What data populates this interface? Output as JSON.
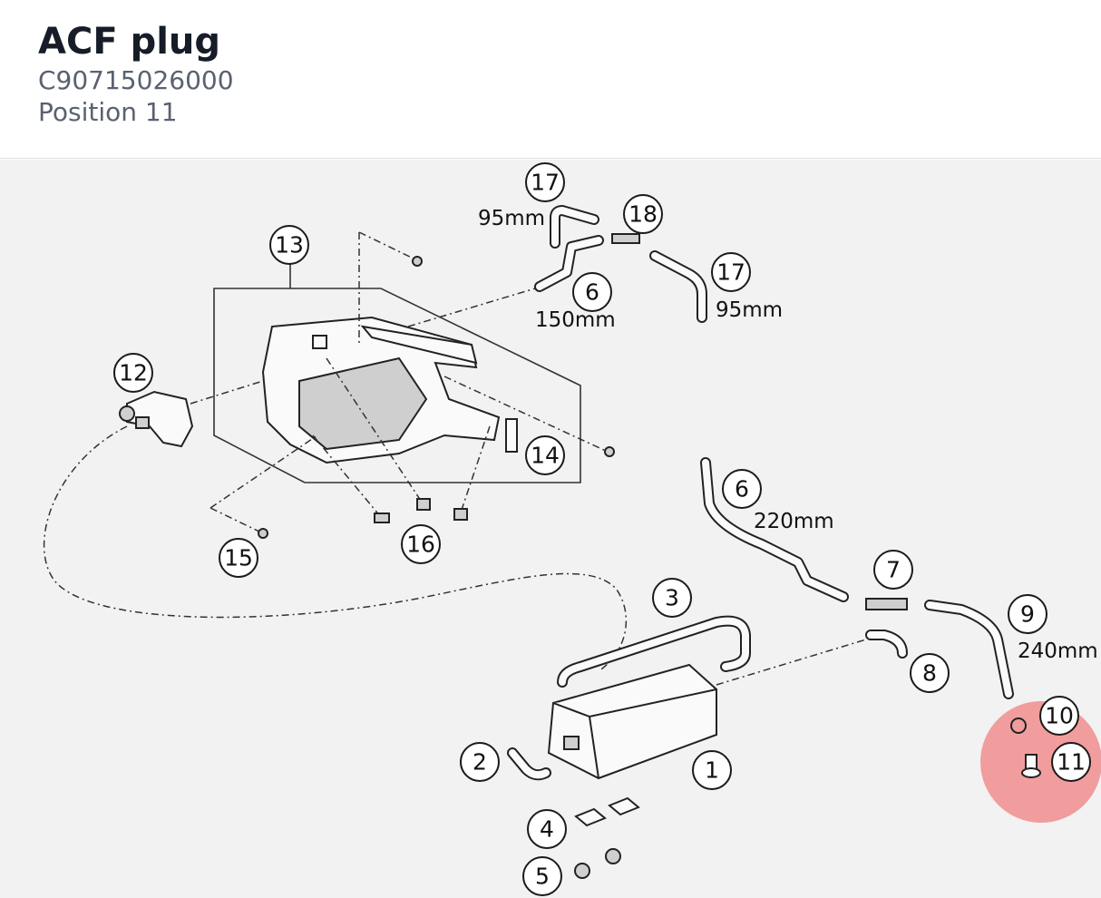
{
  "header": {
    "title": "ACF plug",
    "part_number": "C90715026000",
    "position": "Position 11"
  },
  "diagram": {
    "highlight_color": "#f08080",
    "highlighted_position": "11",
    "callouts": [
      "1",
      "2",
      "3",
      "4",
      "5",
      "6",
      "6",
      "7",
      "8",
      "9",
      "10",
      "11",
      "12",
      "13",
      "14",
      "15",
      "16",
      "17",
      "17",
      "18"
    ],
    "dimensions": {
      "hose_17_top": "95mm",
      "hose_17_right": "95mm",
      "hose_6_top": "150mm",
      "hose_6_right": "220mm",
      "hose_9": "240mm"
    }
  }
}
